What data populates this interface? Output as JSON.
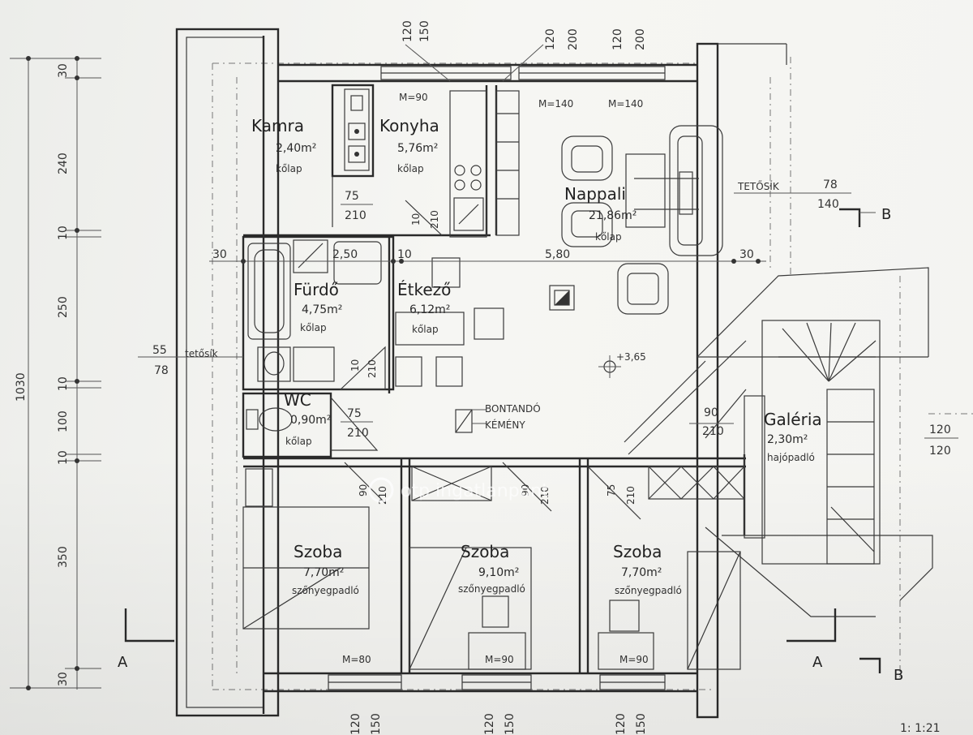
{
  "rooms": {
    "kamra": {
      "name": "Kamra",
      "area": "2,40m²",
      "floor": "kőlap"
    },
    "konyha": {
      "name": "Konyha",
      "area": "5,76m²",
      "floor": "kőlap"
    },
    "nappali": {
      "name": "Nappali",
      "area": "21,86m²",
      "floor": "kőlap"
    },
    "furdo": {
      "name": "Fürdő",
      "area": "4,75m²",
      "floor": "kőlap"
    },
    "etkezo": {
      "name": "Étkező",
      "area": "6,12m²",
      "floor": "kőlap"
    },
    "wc": {
      "name": "WC",
      "area": "0,90m²",
      "floor": "kőlap"
    },
    "galeria": {
      "name": "Galéria",
      "area": "2,30m²",
      "floor": "hajópadló"
    },
    "szoba1": {
      "name": "Szoba",
      "area": "7,70m²",
      "floor": "szőnyegpadló"
    },
    "szoba2": {
      "name": "Szoba",
      "area": "9,10m²",
      "floor": "szőnyegpadló"
    },
    "szoba3": {
      "name": "Szoba",
      "area": "7,70m²",
      "floor": "szőnyegpadló"
    }
  },
  "left_dims": [
    "30",
    "240",
    "10",
    "250",
    "10",
    "100",
    "10",
    "350",
    "30"
  ],
  "left_total": "1030",
  "top_dims": {
    "a": "120",
    "b": "150",
    "c": "120",
    "d": "200",
    "e": "120",
    "f": "200"
  },
  "bottom_dims": {
    "a": "120",
    "b": "150",
    "c": "120",
    "d": "150",
    "e": "120",
    "f": "150"
  },
  "window_marks": {
    "konyha": "M=90",
    "nappali1": "M=140",
    "nappali2": "M=140",
    "szoba1": "M=80",
    "szoba2": "M=90",
    "szoba3": "M=90"
  },
  "doors": {
    "kamra": {
      "w": "75",
      "h": "210"
    },
    "konyha": {
      "w": "10",
      "h": "210"
    },
    "furdo": {
      "w": "10",
      "h": "210"
    },
    "wc": {
      "w": "75",
      "h": "210"
    },
    "szoba1": {
      "w": "90",
      "h": "210"
    },
    "szoba2": {
      "w": "90",
      "h": "210"
    },
    "szoba3": {
      "w": "75",
      "h": "210"
    },
    "galeria": {
      "w": "90",
      "h": "210"
    }
  },
  "inner_dims": {
    "d30a": "30",
    "d250": "2,50",
    "d10": "10",
    "d580": "5,80",
    "d30b": "30"
  },
  "annotations": {
    "tetosik": "TETŐSÍK",
    "tetosik_top": "78",
    "tetosik_bot": "140",
    "tetosik_left": "tetősík",
    "tetosik_left_top": "55",
    "tetosik_left_bot": "78",
    "level": "+3,65",
    "bontando1": "BONTANDÓ",
    "bontando2": "KÉMÉNY",
    "galeria_right_top": "120",
    "galeria_right_bot": "120",
    "galeria_dim_top": "90",
    "galeria_dim_bot": "210"
  },
  "sections": {
    "a_left": "A",
    "a_right": "A",
    "b_top": "B",
    "b_bottom": "B"
  },
  "watermark": "otp ingatlanpont",
  "corner_label": "1: 1:21"
}
